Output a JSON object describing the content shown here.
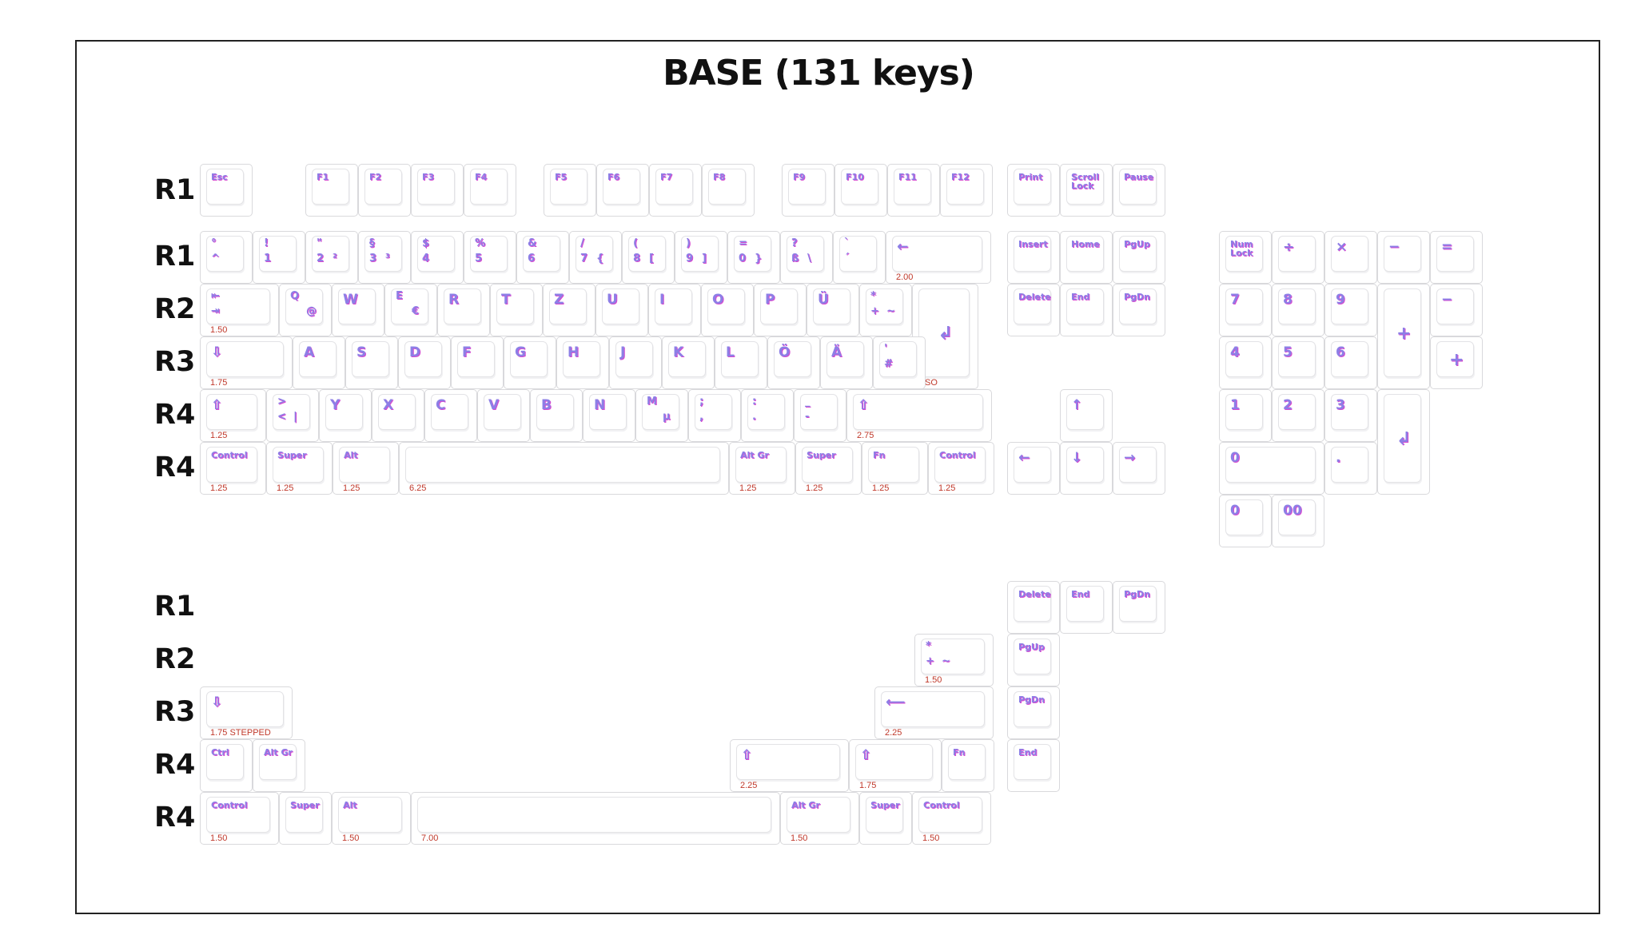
{
  "title": "BASE (131 keys)",
  "colors": {
    "legend": "#8d7fe6",
    "legend_shadow": "#d54bd0",
    "size_label": "#c0392b",
    "key_border": "#d9d9dc"
  },
  "row_labels": [
    "R1",
    "R1",
    "R2",
    "R3",
    "R4",
    "R4",
    "R1",
    "R2",
    "R3",
    "R4",
    "R4"
  ],
  "keys": [
    {
      "name": "key-esc",
      "legend": "Esc"
    },
    {
      "name": "key-f1",
      "legend": "F1"
    },
    {
      "name": "key-f2",
      "legend": "F2"
    },
    {
      "name": "key-f3",
      "legend": "F3"
    },
    {
      "name": "key-f4",
      "legend": "F4"
    },
    {
      "name": "key-f5",
      "legend": "F5"
    },
    {
      "name": "key-f6",
      "legend": "F6"
    },
    {
      "name": "key-f7",
      "legend": "F7"
    },
    {
      "name": "key-f8",
      "legend": "F8"
    },
    {
      "name": "key-f9",
      "legend": "F9"
    },
    {
      "name": "key-f10",
      "legend": "F10"
    },
    {
      "name": "key-f11",
      "legend": "F11"
    },
    {
      "name": "key-f12",
      "legend": "F12"
    },
    {
      "name": "key-print",
      "legend": "Print"
    },
    {
      "name": "key-scroll-lock",
      "legend": "Scroll\nLock"
    },
    {
      "name": "key-pause",
      "legend": "Pause"
    },
    {
      "name": "key-degree",
      "top": "°",
      "bottom": "^"
    },
    {
      "name": "key-1",
      "top": "!",
      "bottom": "1"
    },
    {
      "name": "key-2",
      "top": "\"",
      "bottom": "2",
      "alt": "²"
    },
    {
      "name": "key-3",
      "top": "§",
      "bottom": "3",
      "alt": "³"
    },
    {
      "name": "key-4",
      "top": "$",
      "bottom": "4"
    },
    {
      "name": "key-5",
      "top": "%",
      "bottom": "5"
    },
    {
      "name": "key-6",
      "top": "&",
      "bottom": "6"
    },
    {
      "name": "key-7",
      "top": "/",
      "bottom": "7",
      "alt": "{"
    },
    {
      "name": "key-8",
      "top": "(",
      "bottom": "8",
      "alt": "["
    },
    {
      "name": "key-9",
      "top": ")",
      "bottom": "9",
      "alt": "]"
    },
    {
      "name": "key-0",
      "top": "=",
      "bottom": "0",
      "alt": "}"
    },
    {
      "name": "key-sharp-s",
      "top": "?",
      "bottom": "ß",
      "alt": "\\"
    },
    {
      "name": "key-accent",
      "top": "`",
      "bottom": "´"
    },
    {
      "name": "key-backspace",
      "legend": "←",
      "size": "2.00"
    },
    {
      "name": "key-insert",
      "legend": "Insert"
    },
    {
      "name": "key-home",
      "legend": "Home"
    },
    {
      "name": "key-pgup",
      "legend": "PgUp"
    },
    {
      "name": "key-numlock",
      "legend": "Num\nLock"
    },
    {
      "name": "key-np-divide",
      "legend": "÷"
    },
    {
      "name": "key-np-multiply",
      "legend": "×"
    },
    {
      "name": "key-np-minus",
      "legend": "−"
    },
    {
      "name": "key-np-equals",
      "legend": "="
    },
    {
      "name": "key-tab",
      "top": "⇤",
      "bottom": "⇥",
      "size": "1.50"
    },
    {
      "name": "key-q",
      "top": "Q",
      "bottom": "",
      "alt": "@"
    },
    {
      "name": "key-w",
      "legend": "W"
    },
    {
      "name": "key-e",
      "top": "E",
      "bottom": "",
      "alt": "€"
    },
    {
      "name": "key-r",
      "legend": "R"
    },
    {
      "name": "key-t",
      "legend": "T"
    },
    {
      "name": "key-z",
      "legend": "Z"
    },
    {
      "name": "key-u",
      "legend": "U"
    },
    {
      "name": "key-i",
      "legend": "I"
    },
    {
      "name": "key-o",
      "legend": "O"
    },
    {
      "name": "key-p",
      "legend": "P"
    },
    {
      "name": "key-ue",
      "legend": "Ü"
    },
    {
      "name": "key-plus",
      "top": "*",
      "bottom": "+",
      "alt": "~"
    },
    {
      "name": "key-enter-iso",
      "legend": "↲",
      "size": "ISO"
    },
    {
      "name": "key-delete",
      "legend": "Delete"
    },
    {
      "name": "key-end",
      "legend": "End"
    },
    {
      "name": "key-pgdn",
      "legend": "PgDn"
    },
    {
      "name": "key-np-7",
      "legend": "7"
    },
    {
      "name": "key-np-8",
      "legend": "8"
    },
    {
      "name": "key-np-9",
      "legend": "9"
    },
    {
      "name": "key-np-plus-tall",
      "legend": "+"
    },
    {
      "name": "key-np-minus-2",
      "legend": "−"
    },
    {
      "name": "key-caps",
      "legend": "⇩",
      "size": "1.75"
    },
    {
      "name": "key-a",
      "legend": "A"
    },
    {
      "name": "key-s",
      "legend": "S"
    },
    {
      "name": "key-d",
      "legend": "D"
    },
    {
      "name": "key-f",
      "legend": "F"
    },
    {
      "name": "key-g",
      "legend": "G"
    },
    {
      "name": "key-h",
      "legend": "H"
    },
    {
      "name": "key-j",
      "legend": "J"
    },
    {
      "name": "key-k",
      "legend": "K"
    },
    {
      "name": "key-l",
      "legend": "L"
    },
    {
      "name": "key-oe",
      "legend": "Ö"
    },
    {
      "name": "key-ae",
      "legend": "Ä"
    },
    {
      "name": "key-hash",
      "top": "'",
      "bottom": "#"
    },
    {
      "name": "key-np-4",
      "legend": "4"
    },
    {
      "name": "key-np-5",
      "legend": "5"
    },
    {
      "name": "key-np-6",
      "legend": "6"
    },
    {
      "name": "key-np-plus",
      "legend": "+"
    },
    {
      "name": "key-lshift",
      "legend": "⇧",
      "size": "1.25"
    },
    {
      "name": "key-iso-angle",
      "top": ">",
      "bottom": "<",
      "alt": "|"
    },
    {
      "name": "key-y",
      "legend": "Y"
    },
    {
      "name": "key-x",
      "legend": "X"
    },
    {
      "name": "key-c",
      "legend": "C"
    },
    {
      "name": "key-v",
      "legend": "V"
    },
    {
      "name": "key-b",
      "legend": "B"
    },
    {
      "name": "key-n",
      "legend": "N"
    },
    {
      "name": "key-m",
      "top": "M",
      "bottom": "",
      "alt": "µ"
    },
    {
      "name": "key-comma",
      "top": ";",
      "bottom": ","
    },
    {
      "name": "key-period",
      "top": ":",
      "bottom": "."
    },
    {
      "name": "key-minus",
      "top": "_",
      "bottom": "-"
    },
    {
      "name": "key-rshift",
      "legend": "⇧",
      "size": "2.75"
    },
    {
      "name": "key-up",
      "legend": "↑"
    },
    {
      "name": "key-np-1",
      "legend": "1"
    },
    {
      "name": "key-np-2",
      "legend": "2"
    },
    {
      "name": "key-np-3",
      "legend": "3"
    },
    {
      "name": "key-np-enter",
      "legend": "↲"
    },
    {
      "name": "key-lcontrol",
      "legend": "Control",
      "size": "1.25"
    },
    {
      "name": "key-lsuper",
      "legend": "Super",
      "size": "1.25"
    },
    {
      "name": "key-lalt",
      "legend": "Alt",
      "size": "1.25"
    },
    {
      "name": "key-space",
      "legend": "",
      "size": "6.25"
    },
    {
      "name": "key-altgr",
      "legend": "Alt Gr",
      "size": "1.25"
    },
    {
      "name": "key-rsuper",
      "legend": "Super",
      "size": "1.25"
    },
    {
      "name": "key-fn",
      "legend": "Fn",
      "size": "1.25"
    },
    {
      "name": "key-rcontrol",
      "legend": "Control",
      "size": "1.25"
    },
    {
      "name": "key-left",
      "legend": "←"
    },
    {
      "name": "key-down",
      "legend": "↓"
    },
    {
      "name": "key-right",
      "legend": "→"
    },
    {
      "name": "key-np-0-wide",
      "legend": "0"
    },
    {
      "name": "key-np-decimal",
      "legend": "."
    },
    {
      "name": "key-np-0",
      "legend": "0"
    },
    {
      "name": "key-np-00",
      "legend": "00"
    },
    {
      "name": "key-delete-alt",
      "legend": "Delete"
    },
    {
      "name": "key-end-alt",
      "legend": "End"
    },
    {
      "name": "key-pgdn-alt",
      "legend": "PgDn"
    },
    {
      "name": "key-plus-alt",
      "top": "*",
      "bottom": "+",
      "alt": "~",
      "size": "1.50"
    },
    {
      "name": "key-pgup-alt",
      "legend": "PgUp"
    },
    {
      "name": "key-caps-stepped",
      "legend": "⇩",
      "size": "1.75 STEPPED"
    },
    {
      "name": "key-enter-ansi",
      "legend": "⟵",
      "size": "2.25"
    },
    {
      "name": "key-pgdn-alt2",
      "legend": "PgDn"
    },
    {
      "name": "key-ctrl-alt",
      "legend": "Ctrl"
    },
    {
      "name": "key-altgr-alt",
      "legend": "Alt Gr"
    },
    {
      "name": "key-lshift-ansi",
      "legend": "⇧",
      "size": "2.25"
    },
    {
      "name": "key-rshift-175",
      "legend": "⇧",
      "size": "1.75"
    },
    {
      "name": "key-fn-alt",
      "legend": "Fn"
    },
    {
      "name": "key-end-alt2",
      "legend": "End"
    },
    {
      "name": "key-lcontrol-150",
      "legend": "Control",
      "size": "1.50"
    },
    {
      "name": "key-super-alt",
      "legend": "Super"
    },
    {
      "name": "key-alt-150",
      "legend": "Alt",
      "size": "1.50"
    },
    {
      "name": "key-space-700",
      "legend": "",
      "size": "7.00"
    },
    {
      "name": "key-altgr-150",
      "legend": "Alt Gr",
      "size": "1.50"
    },
    {
      "name": "key-super-alt2",
      "legend": "Super"
    },
    {
      "name": "key-rcontrol-150",
      "legend": "Control",
      "size": "1.50"
    }
  ]
}
